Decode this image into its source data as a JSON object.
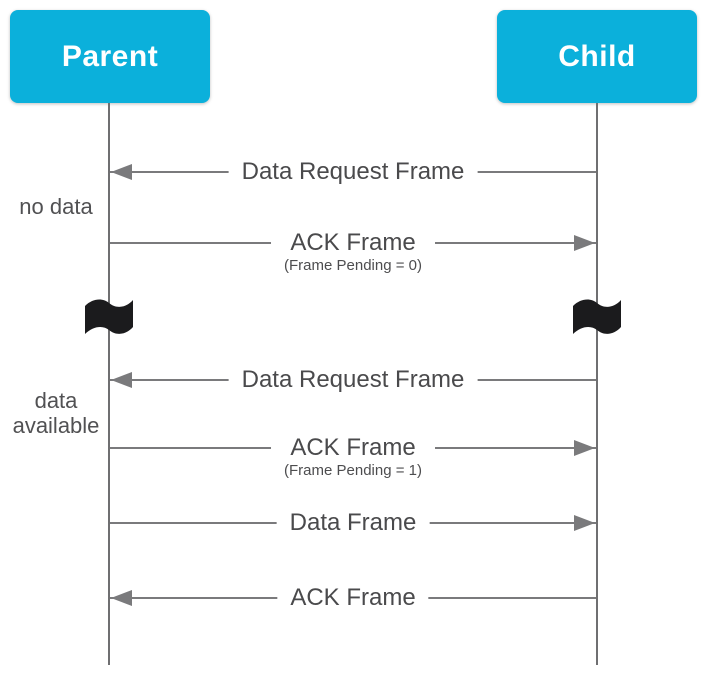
{
  "diagram": {
    "actors": [
      {
        "label": "Parent"
      },
      {
        "label": "Child"
      }
    ],
    "annotations": [
      {
        "text": "no data"
      },
      {
        "text": "data available"
      }
    ],
    "messages": [
      {
        "label": "Data Request Frame",
        "direction": "to-parent"
      },
      {
        "label": "ACK Frame",
        "sublabel": "(Frame Pending = 0)",
        "direction": "to-child"
      },
      {
        "label": "Data Request Frame",
        "direction": "to-parent"
      },
      {
        "label": "ACK Frame",
        "sublabel": "(Frame Pending = 1)",
        "direction": "to-child"
      },
      {
        "label": "Data Frame",
        "direction": "to-child"
      },
      {
        "label": "ACK Frame",
        "direction": "to-parent"
      }
    ],
    "icons": [
      {
        "name": "time-break-flag",
        "meaning": "time passes / elapsed time marker"
      }
    ],
    "colors": {
      "actor_bg": "#0BB0DB",
      "actor_text": "#FFFFFF",
      "line": "#7A7A7C",
      "message_text": "#4A4A4C",
      "annotation_text": "#515153",
      "flag": "#1B1B1D"
    }
  }
}
